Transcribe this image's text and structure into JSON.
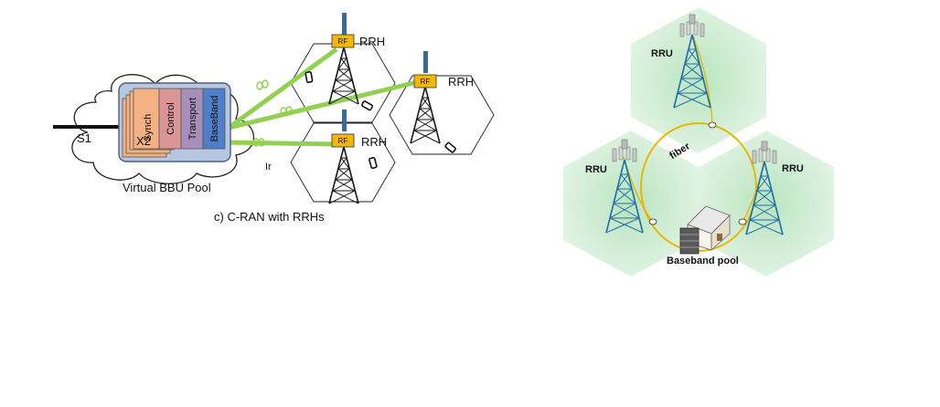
{
  "left_figure": {
    "caption": "c) C-RAN with RRHs",
    "pool_label": "Virtual BBU Pool",
    "interface_s1": "S1",
    "interface_ir": "Ir",
    "stack_layers": [
      "Synch",
      "Control",
      "Transport",
      "BaseBand"
    ],
    "stack_x2": "X2",
    "rf_label": "RF",
    "rrh_labels": [
      "RRH",
      "RRH",
      "RRH"
    ],
    "colors": {
      "fiber_link": "#92D050",
      "rf_box": "#F5B800",
      "layer_synch": "#F4B183",
      "layer_control": "#D99694",
      "layer_transport": "#A68FB8",
      "layer_baseband": "#4F7FC8",
      "stack_frame": "#B7C7DF"
    }
  },
  "right_figure": {
    "rru_labels": [
      "RRU",
      "RRU",
      "RRU"
    ],
    "fiber_label": "fiber",
    "pool_label": "Baseband pool",
    "colors": {
      "cell_fill": "#D7EFD9",
      "cell_center": "#BEE6C3",
      "fiber_ring": "#E8B800",
      "tower": "#1E6FA8"
    }
  }
}
